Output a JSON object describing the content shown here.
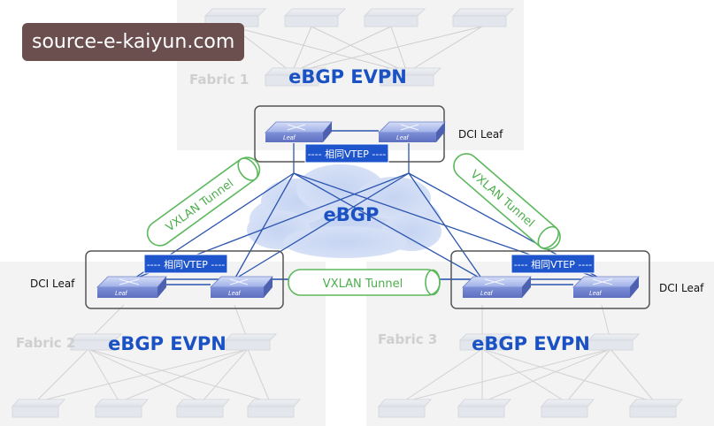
{
  "watermark": {
    "text": "source-e-kaiyun.com"
  },
  "fabrics": [
    {
      "label": "Fabric 1",
      "protocol": "eBGP EVPN"
    },
    {
      "label": "Fabric 2",
      "protocol": "eBGP EVPN"
    },
    {
      "label": "Fabric 3",
      "protocol": "eBGP EVPN"
    }
  ],
  "dci": {
    "top_label": "DCI Leaf",
    "left_label": "DCI Leaf",
    "right_label": "DCI Leaf",
    "vtep_label": "---- 相同VTEP ----",
    "leaf_label": "Leaf"
  },
  "core": {
    "label": "eBGP"
  },
  "tunnels": {
    "left": "VXLAN Tunnel",
    "right": "VXLAN Tunnel",
    "bottom": "VXLAN Tunnel"
  },
  "colors": {
    "protocol_text": "#1a52c4",
    "tunnel_green": "#5cb85c",
    "vtep_bar": "#1f55cc",
    "link_blue": "#2b55b0",
    "cloud": "#c9d7f1",
    "fabric_bg": "#f3f3f3",
    "switch_top": "#b9c6ef",
    "box_border": "#555555"
  }
}
